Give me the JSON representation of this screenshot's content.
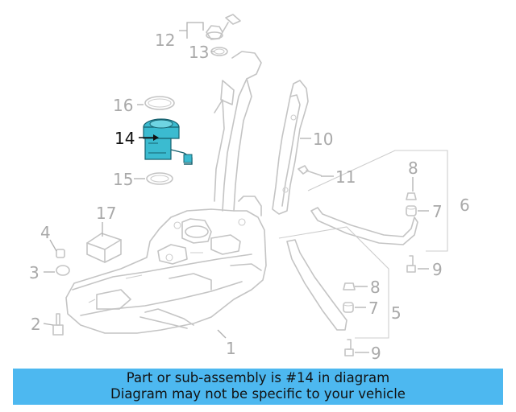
{
  "diagram": {
    "callouts": {
      "c1": "1",
      "c2": "2",
      "c3": "3",
      "c4": "4",
      "c5": "5",
      "c6": "6",
      "c7a": "7",
      "c7b": "7",
      "c8a": "8",
      "c8b": "8",
      "c9a": "9",
      "c9b": "9",
      "c10": "10",
      "c11": "11",
      "c12": "12",
      "c13": "13",
      "c14": "14",
      "c15": "15",
      "c16": "16",
      "c17": "17"
    },
    "highlight_part": "14",
    "colors": {
      "highlight": "#3bbbd0",
      "line": "#c4c4c4",
      "label": "#a9a9a9"
    }
  },
  "banner": {
    "line1": "Part or sub-assembly is #14 in diagram",
    "line2": "Diagram may not be specific to your vehicle",
    "background": "#4db8f0"
  }
}
